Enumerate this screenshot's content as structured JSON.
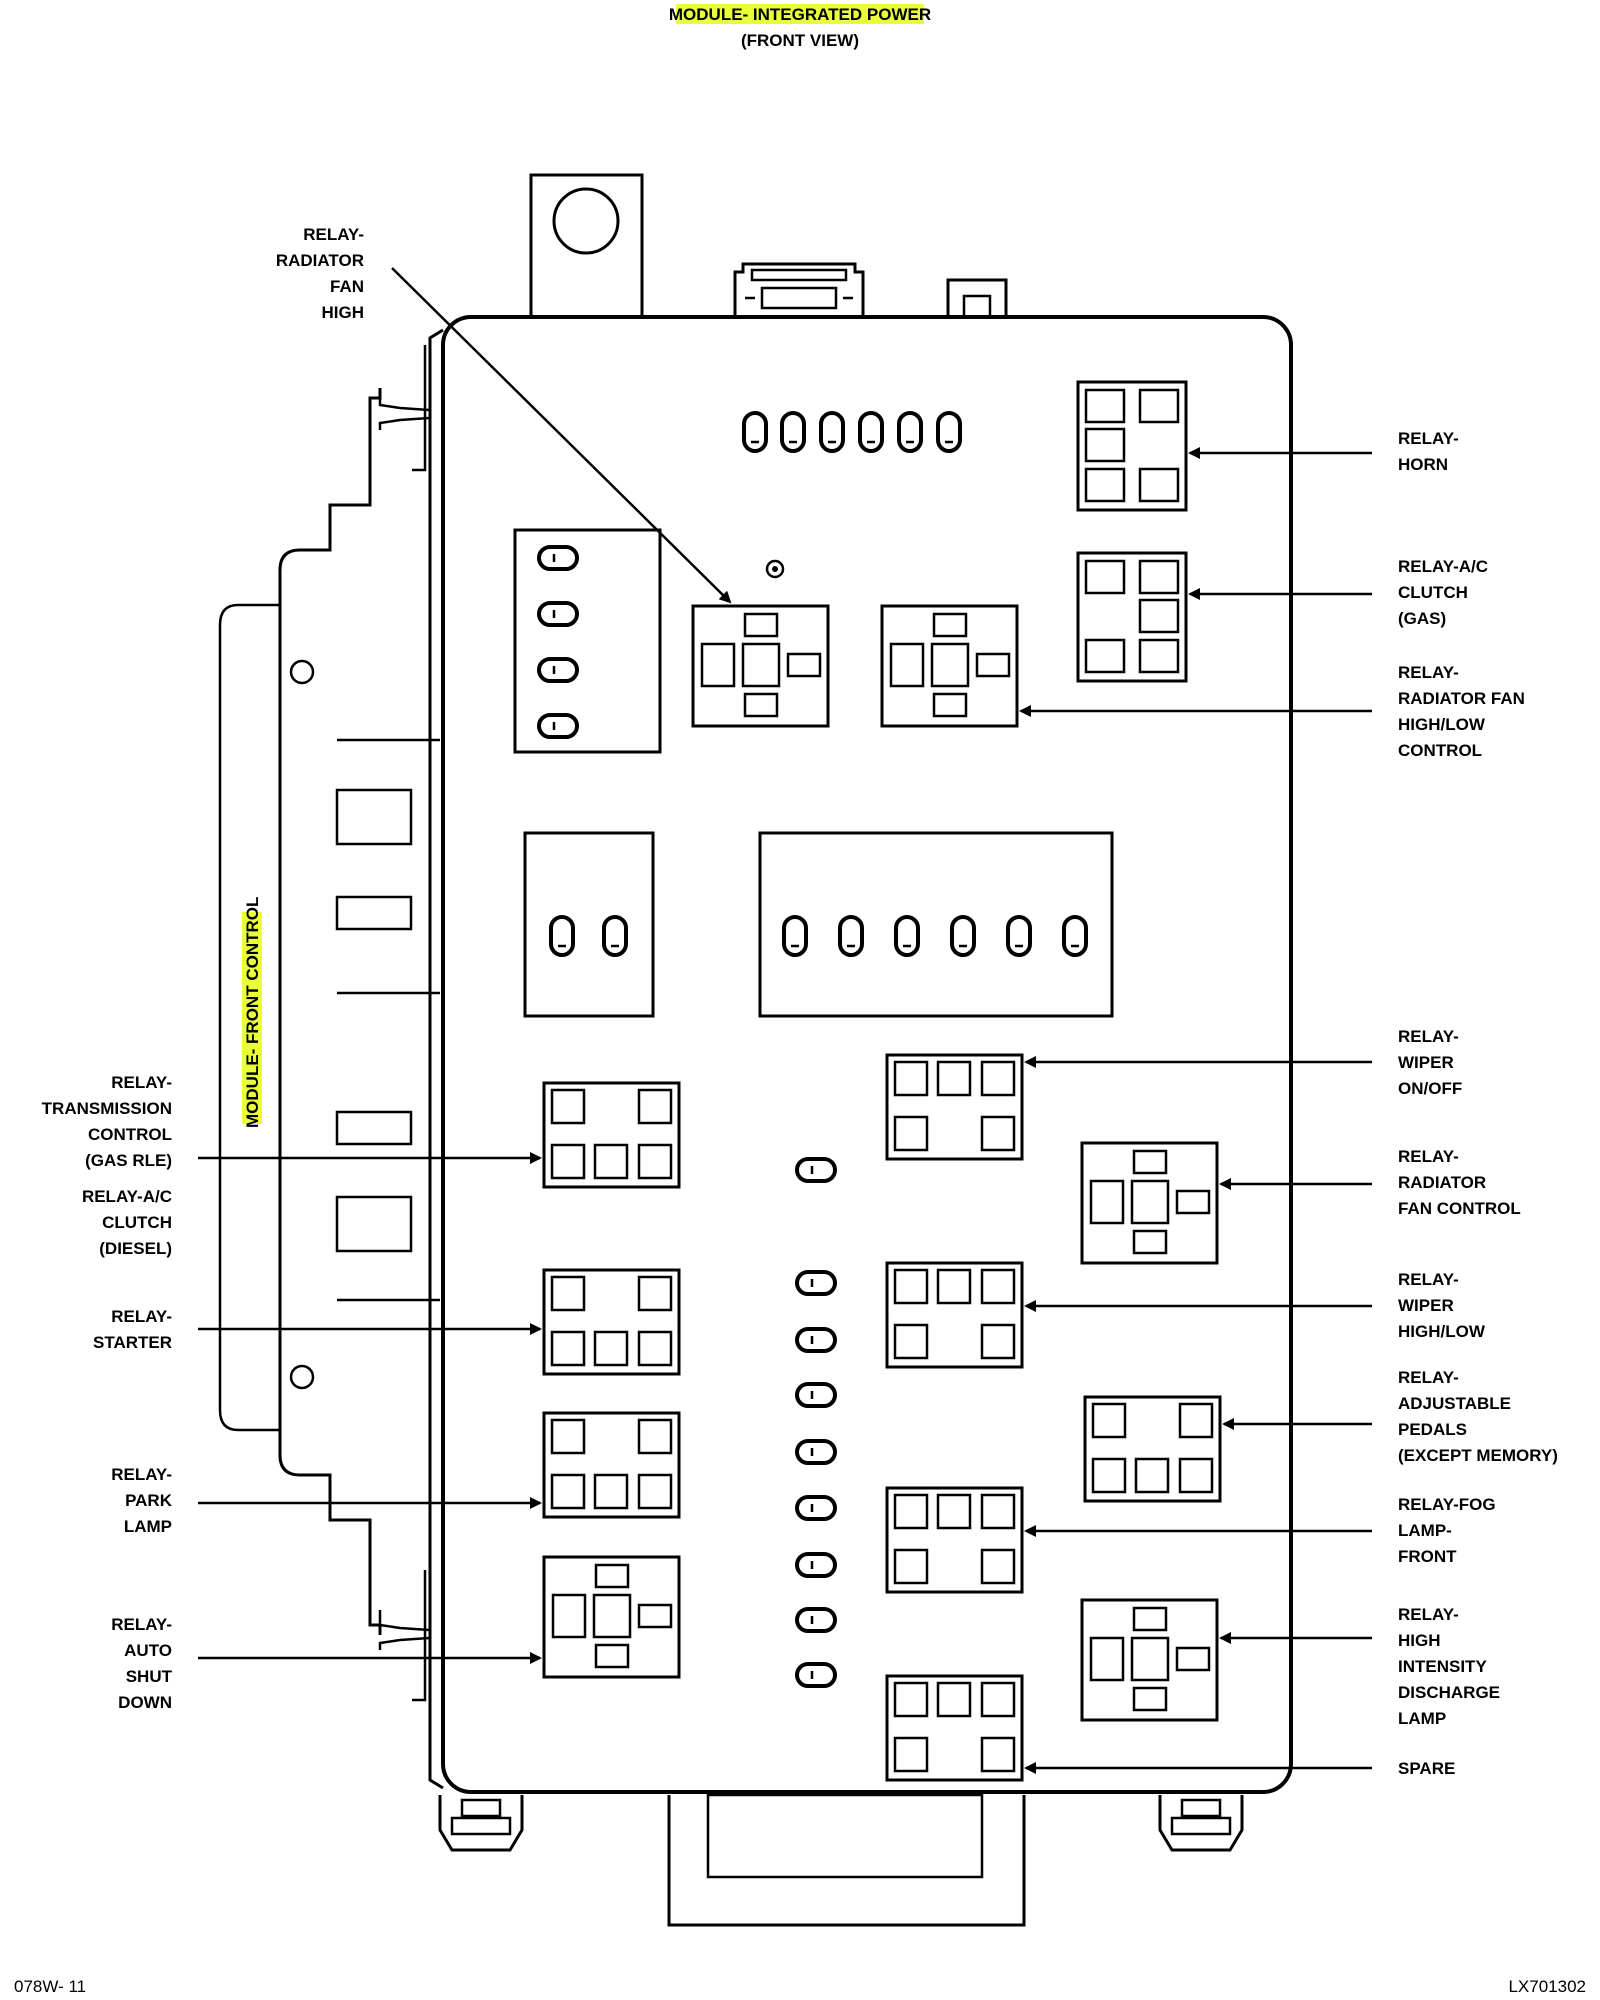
{
  "title": "MODULE- INTEGRATED POWER",
  "subtitle": "(FRONT VIEW)",
  "side_label": "MODULE- FRONT CONTROL",
  "footer": {
    "left": "078W- 11",
    "right": "LX701302"
  },
  "colors": {
    "highlight": "#e8ff3a",
    "ink": "#000000",
    "background": "#ffffff"
  },
  "callouts": [
    {
      "id": "radiator-fan-high",
      "lines": [
        "RELAY-",
        "RADIATOR",
        "FAN",
        "HIGH"
      ]
    },
    {
      "id": "horn",
      "lines": [
        "RELAY-",
        "HORN"
      ]
    },
    {
      "id": "ac-clutch-gas",
      "lines": [
        "RELAY-A/C",
        "CLUTCH",
        "(GAS)"
      ]
    },
    {
      "id": "radiator-fan-high-low-control",
      "lines": [
        "RELAY-",
        "RADIATOR FAN",
        "HIGH/LOW",
        "CONTROL"
      ]
    },
    {
      "id": "wiper-on-off",
      "lines": [
        "RELAY-",
        "WIPER",
        "ON/OFF"
      ]
    },
    {
      "id": "radiator-fan-control",
      "lines": [
        "RELAY-",
        "RADIATOR",
        "FAN CONTROL"
      ]
    },
    {
      "id": "wiper-high-low",
      "lines": [
        "RELAY-",
        "WIPER",
        "HIGH/LOW"
      ]
    },
    {
      "id": "adjustable-pedals",
      "lines": [
        "RELAY-",
        "ADJUSTABLE",
        "PEDALS",
        "(EXCEPT MEMORY)"
      ]
    },
    {
      "id": "fog-lamp-front",
      "lines": [
        "RELAY-FOG",
        "LAMP-",
        "FRONT"
      ]
    },
    {
      "id": "hid-lamp",
      "lines": [
        "RELAY-",
        "HIGH",
        "INTENSITY",
        "DISCHARGE",
        "LAMP"
      ]
    },
    {
      "id": "spare",
      "lines": [
        "SPARE"
      ]
    },
    {
      "id": "transmission-control",
      "lines": [
        "RELAY-",
        "TRANSMISSION",
        "CONTROL",
        "(GAS RLE)"
      ]
    },
    {
      "id": "ac-clutch-diesel",
      "lines": [
        "RELAY-A/C",
        "CLUTCH",
        "(DIESEL)"
      ]
    },
    {
      "id": "starter",
      "lines": [
        "RELAY-",
        "STARTER"
      ]
    },
    {
      "id": "park-lamp",
      "lines": [
        "RELAY-",
        "PARK",
        "LAMP"
      ]
    },
    {
      "id": "auto-shut-down",
      "lines": [
        "RELAY-",
        "AUTO",
        "SHUT",
        "DOWN"
      ]
    }
  ]
}
